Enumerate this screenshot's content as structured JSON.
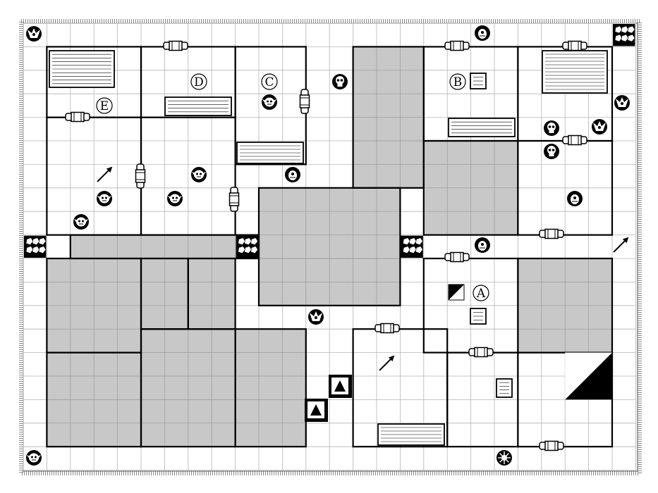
{
  "board": {
    "cols": 26,
    "rows": 19,
    "colors": {
      "grid": "#b5b5b5",
      "wall": "#000000",
      "shade": "#c8c8c8",
      "border_hatch": "#8a8a8a",
      "paper": "#ffffff"
    }
  },
  "room_labels": [
    "A",
    "B",
    "C",
    "D",
    "E"
  ],
  "icons": {
    "door": "door-icon",
    "orc": "orc-icon",
    "skull": "skull-icon",
    "goblin": "goblin-icon",
    "fimir": "fimir-icon",
    "spear": "spear-icon",
    "rubble": "rubble-icon",
    "stairs": "stairway-icon",
    "trap": "pit-trap-icon",
    "chest": "chest-icon",
    "table": "table-icon",
    "rack": "weapon-rack-icon",
    "bookcase": "bookcase-icon",
    "tomb": "tomb-icon",
    "throne": "throne-icon",
    "sorcerer_table": "sorcerers-table-icon",
    "alchemist_bench": "alchemists-bench-icon",
    "torture_rack": "torture-rack-icon",
    "statue": "gargoyle-statue-icon",
    "spider": "spider-icon",
    "warlock": "warlock-icon",
    "mummy": "mummy-icon",
    "chaos_warrior": "chaos-warrior-icon"
  }
}
